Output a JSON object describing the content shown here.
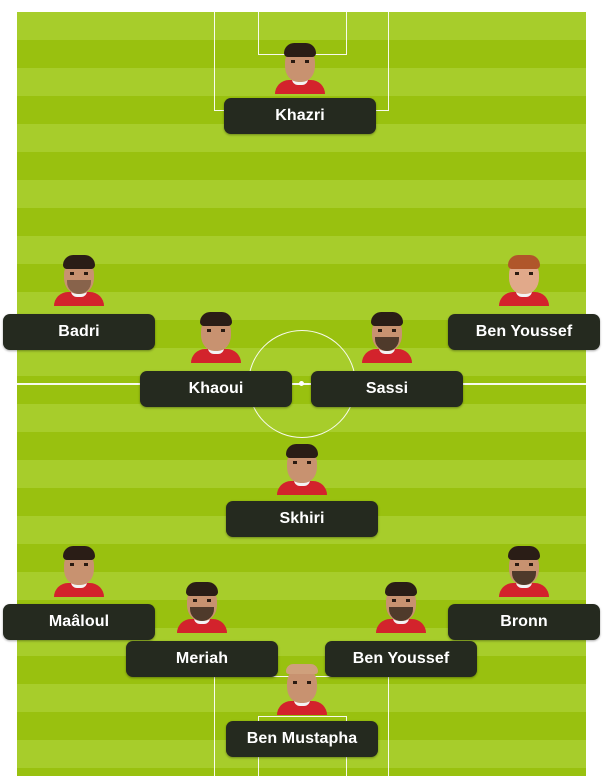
{
  "formation": {
    "players": [
      {
        "id": "khazri",
        "name": "Khazri",
        "look": "dark"
      },
      {
        "id": "badri",
        "name": "Badri",
        "look": "dark"
      },
      {
        "id": "ben-youssef-fw",
        "name": "Ben Youssef",
        "look": "ginger"
      },
      {
        "id": "khaoui",
        "name": "Khaoui",
        "look": "dark"
      },
      {
        "id": "sassi",
        "name": "Sassi",
        "look": "beard"
      },
      {
        "id": "skhiri",
        "name": "Skhiri",
        "look": "dark"
      },
      {
        "id": "maaloul",
        "name": "Maâloul",
        "look": "dark"
      },
      {
        "id": "bronn",
        "name": "Bronn",
        "look": "beard"
      },
      {
        "id": "meriah",
        "name": "Meriah",
        "look": "beard"
      },
      {
        "id": "ben-youssef-df",
        "name": "Ben Youssef",
        "look": "beard"
      },
      {
        "id": "ben-mustapha",
        "name": "Ben Mustapha",
        "look": "bald"
      }
    ]
  },
  "colors": {
    "pitch_light": "#a7cd2b",
    "pitch_dark": "#99c10f",
    "label_bg": "#252a1f",
    "shirt": "#d3232c"
  }
}
